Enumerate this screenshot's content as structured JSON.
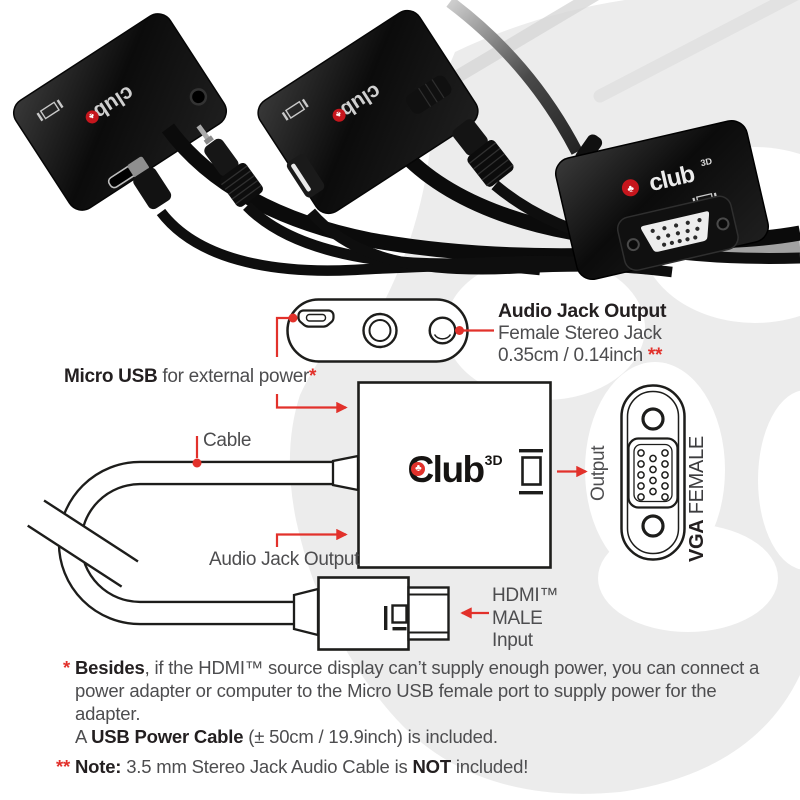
{
  "colors": {
    "red": "#e2312b",
    "line": "#1d1d1b",
    "dark_text": "#231f20",
    "gray_text": "#4d4d4f",
    "watermark": "#ececec"
  },
  "logo": {
    "c": "C",
    "rest": "lub",
    "sup": "3D",
    "suit": "♣"
  },
  "photo_logo": {
    "text": "club",
    "suit": "♣"
  },
  "labels": {
    "audio_jack_title": "Audio Jack Output",
    "audio_jack_sub1": "Female Stereo Jack",
    "audio_jack_sub2": "0.35cm / 0.14inch ",
    "audio_jack_mark": "**",
    "micro_usb_bold": "Micro USB",
    "micro_usb_rest": " for external power",
    "micro_usb_mark": "*",
    "cable": "Cable",
    "audio_jack_lower": "Audio Jack Output",
    "output": "Output",
    "vga_bold": "VGA",
    "vga_rest": " FEMALE",
    "hdmi_l1": "HDMI™",
    "hdmi_l2": "MALE",
    "hdmi_l3": "Input"
  },
  "footnotes": {
    "mark1": "*",
    "l1_bold": "Besides",
    "l1_rest": ", if the HDMI™ source display can’t supply enough power, you can connect a",
    "l2": "power adapter or computer to the Micro USB female port to supply power for the adapter.",
    "l3_pre": "A ",
    "l3_bold": "USB Power Cable",
    "l3_rest": " (± 50cm / 19.9inch) is included.",
    "mark2": "**",
    "l4_bold": "Note:",
    "l4_mid": " 3.5 mm Stereo Jack Audio Cable is ",
    "l4_not": "NOT",
    "l4_end": " included!"
  }
}
